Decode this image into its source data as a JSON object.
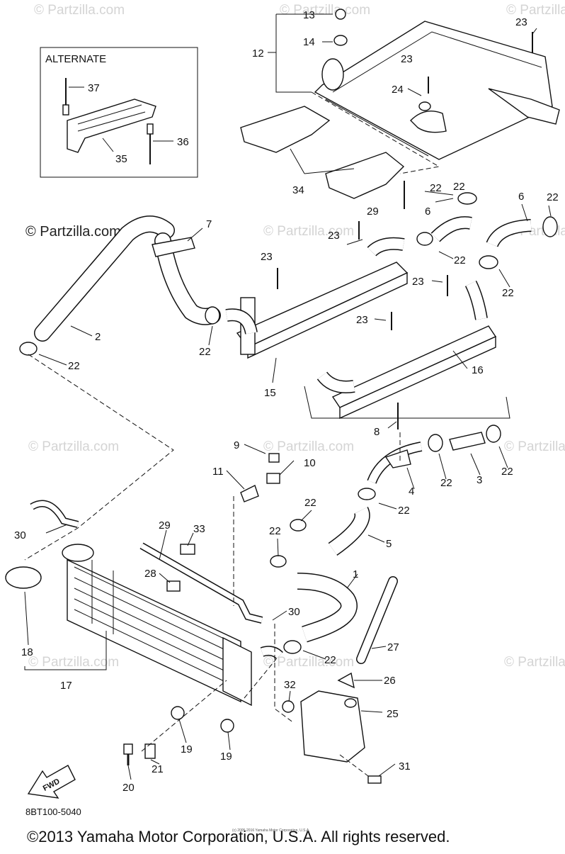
{
  "diagram": {
    "watermark": "© Partzilla.com",
    "alternate_label": "ALTERNATE",
    "diagram_code": "8BT100-5040",
    "fwd_label": "FWD",
    "copyright": "©2013 Yamaha Motor Corporation, U.S.A. All rights reserved.",
    "fine_print": "(c) 2005-2016 Yamaha Motor Corporation, U.S.A.",
    "callouts": [
      "13",
      "14",
      "12",
      "23",
      "23",
      "24",
      "37",
      "36",
      "35",
      "34",
      "22",
      "29",
      "6",
      "6",
      "22",
      "7",
      "2",
      "23",
      "23",
      "22",
      "22",
      "22",
      "22",
      "23",
      "23",
      "16",
      "15",
      "22",
      "8",
      "9",
      "10",
      "11",
      "22",
      "4",
      "3",
      "22",
      "22",
      "22",
      "5",
      "22",
      "30",
      "29",
      "33",
      "28",
      "1",
      "18",
      "30",
      "22",
      "27",
      "17",
      "26",
      "32",
      "25",
      "19",
      "19",
      "21",
      "20",
      "31"
    ]
  }
}
